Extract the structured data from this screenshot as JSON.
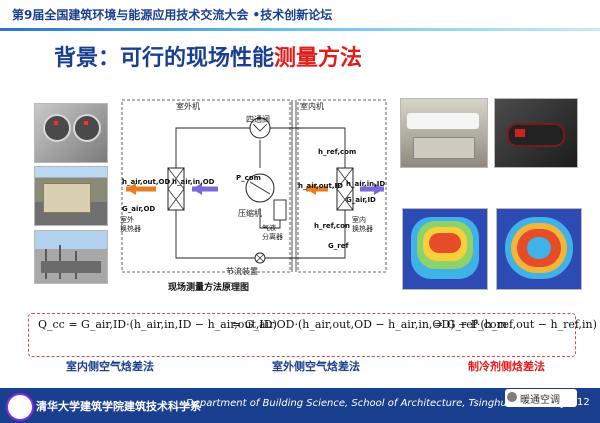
{
  "header": {
    "conference": "第9届全国建筑环境与能源应用技术交流大会 •技术创新论坛"
  },
  "title": {
    "prefix": "背景：可行的现场性能",
    "highlight": "测量方法"
  },
  "schematic": {
    "outdoor_unit_label": "室外机",
    "indoor_unit_label": "室内机",
    "four_way_valve": "四通阀",
    "compressor": "压缩机",
    "separator": "气液\n分离器",
    "throttle": "节流装置",
    "outdoor_hx": "室外\n换热器",
    "indoor_hx": "室内\n换热器",
    "h_air_out_od": "h_air,out,OD",
    "h_air_in_od": "h_air,in,OD",
    "g_air_od": "G_air,OD",
    "p_com": "P_com",
    "h_ref_com": "h_ref,com",
    "h_air_out_id": "h_air,out,ID",
    "h_air_in_id": "h_air,in,ID",
    "g_air_id": "G_air,ID",
    "h_ref_con": "h_ref,con",
    "g_ref": "G_ref",
    "caption": "现场测量方法原理图"
  },
  "equations": {
    "eq1": "Q_cc = G_air,ID·(h_air,in,ID − h_air,out,ID)",
    "eq2": "= G_air,OD·(h_air,out,OD − h_air,in,OD) − P_com",
    "eq3": "= G_ref·(h_ref,out − h_ref,in)"
  },
  "methods": {
    "m1": "室内侧空气焓差法",
    "m2": "室外侧空气焓差法",
    "m3": "制冷剂侧焓差法"
  },
  "footer": {
    "cn": "清华大学建筑学院建筑技术科学系",
    "en": "Department of Building Science, School of Architecture, Tsinghua University",
    "page": "12",
    "badge": "暖通空调"
  },
  "colors": {
    "brand_blue": "#1b3f8f",
    "highlight_red": "#e21b1b"
  }
}
